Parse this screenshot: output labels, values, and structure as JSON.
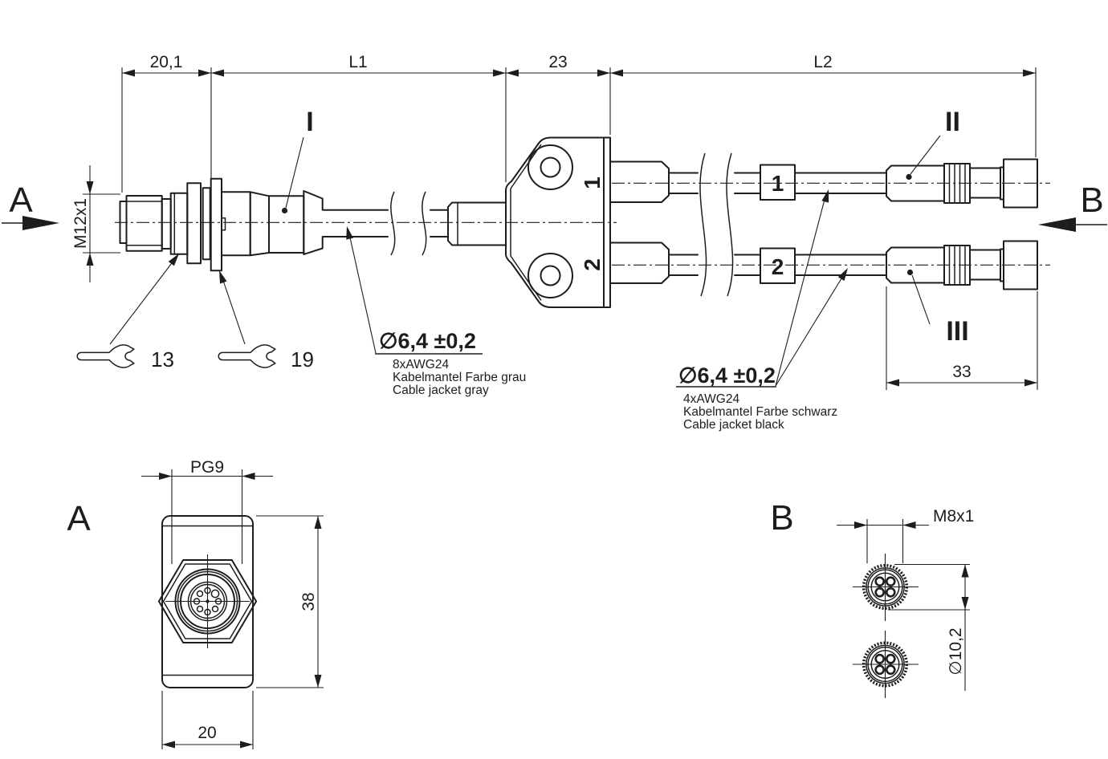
{
  "labels": {
    "section_a": "A",
    "section_b": "B",
    "detail_a": "A",
    "detail_b": "B",
    "pos_i": "I",
    "pos_ii": "II",
    "pos_iii": "III",
    "wrench_small": "13",
    "wrench_large": "19",
    "port_1": "1",
    "port_2": "2",
    "marker_1": "1",
    "marker_2": "2"
  },
  "dimensions": {
    "front_length": "20,1",
    "cable_length_1": "L1",
    "splitter_width": "23",
    "cable_length_2": "L2",
    "main_thread": "M12x1",
    "branch_connector_length": "33",
    "gland_thread": "PG9",
    "flange_height": "38",
    "flange_width": "20",
    "branch_thread": "M8x1",
    "branch_diameter": "∅10,2"
  },
  "note_gray": {
    "diameter": "∅6,4 ±0,2",
    "spec": "8xAWG24",
    "jacket_de": "Kabelmantel Farbe grau",
    "jacket_en": "Cable jacket gray"
  },
  "note_black": {
    "diameter": "∅6,4 ±0,2",
    "spec": "4xAWG24",
    "jacket_de": "Kabelmantel Farbe schwarz",
    "jacket_en": "Cable jacket black"
  },
  "colors": {
    "line": "#1d1d1b",
    "background": "#ffffff"
  }
}
